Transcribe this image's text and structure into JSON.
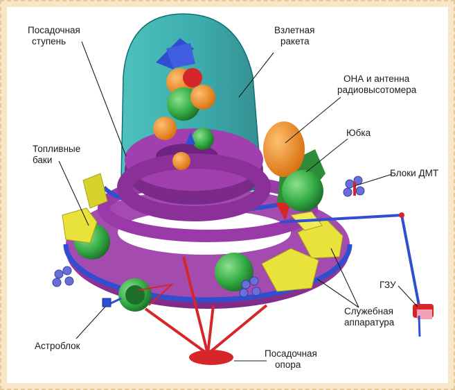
{
  "labels": {
    "landing_stage": [
      "Посадочная",
      "ступень"
    ],
    "ascent_rocket": [
      "Взлетная",
      "ракета"
    ],
    "ona_antenna": [
      "ОНА и антенна",
      "радиовысотомера"
    ],
    "skirt": [
      "Юбка"
    ],
    "fuel_tanks": [
      "Топливные",
      "баки"
    ],
    "dmt_blocks": [
      "Блоки ДМТ"
    ],
    "gzu": [
      "ГЗУ"
    ],
    "service_equipment": [
      "Служебная",
      "аппаратура"
    ],
    "astroblock": [
      "Астроблок"
    ],
    "landing_leg": [
      "Посадочная",
      "опора"
    ]
  },
  "colors": {
    "page_background": "#f7e6c8",
    "panel_background": "#ffffff",
    "dome": "#1aa8a8",
    "body_magenta": "#a23fae",
    "band_blue": "#2f4fd0",
    "sphere_green": "#3bb84a",
    "box_yellow": "#e8e23a",
    "orange": "#f08a1e",
    "red": "#d6262a",
    "thruster_blue": "#6a6fd8"
  }
}
